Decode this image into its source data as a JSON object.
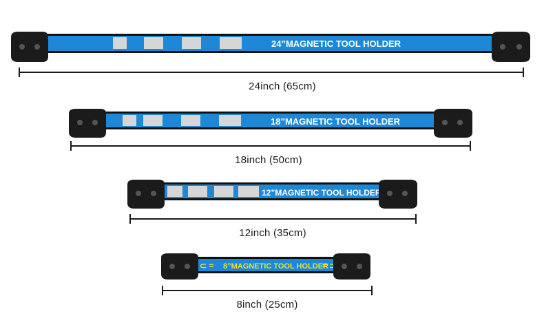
{
  "holders": [
    {
      "label": "24”MAGNETIC TOOL HOLDER",
      "dimension": "24inch (65cm)",
      "label_color": "#ffffff"
    },
    {
      "label": "18”MAGNETIC TOOL HOLDER",
      "dimension": "18inch (50cm)",
      "label_color": "#ffffff"
    },
    {
      "label": "12”MAGNETIC TOOL HOLDER",
      "dimension": "12inch (35cm)",
      "label_color": "#ffffff"
    },
    {
      "label": "8”MAGNETIC TOOL HOLDER",
      "dimension": "8inch (25cm)",
      "label_color": "#f2e02a"
    }
  ],
  "colors": {
    "strip_blue": "#1e88d8",
    "end_cap": "#1b1b1b"
  }
}
